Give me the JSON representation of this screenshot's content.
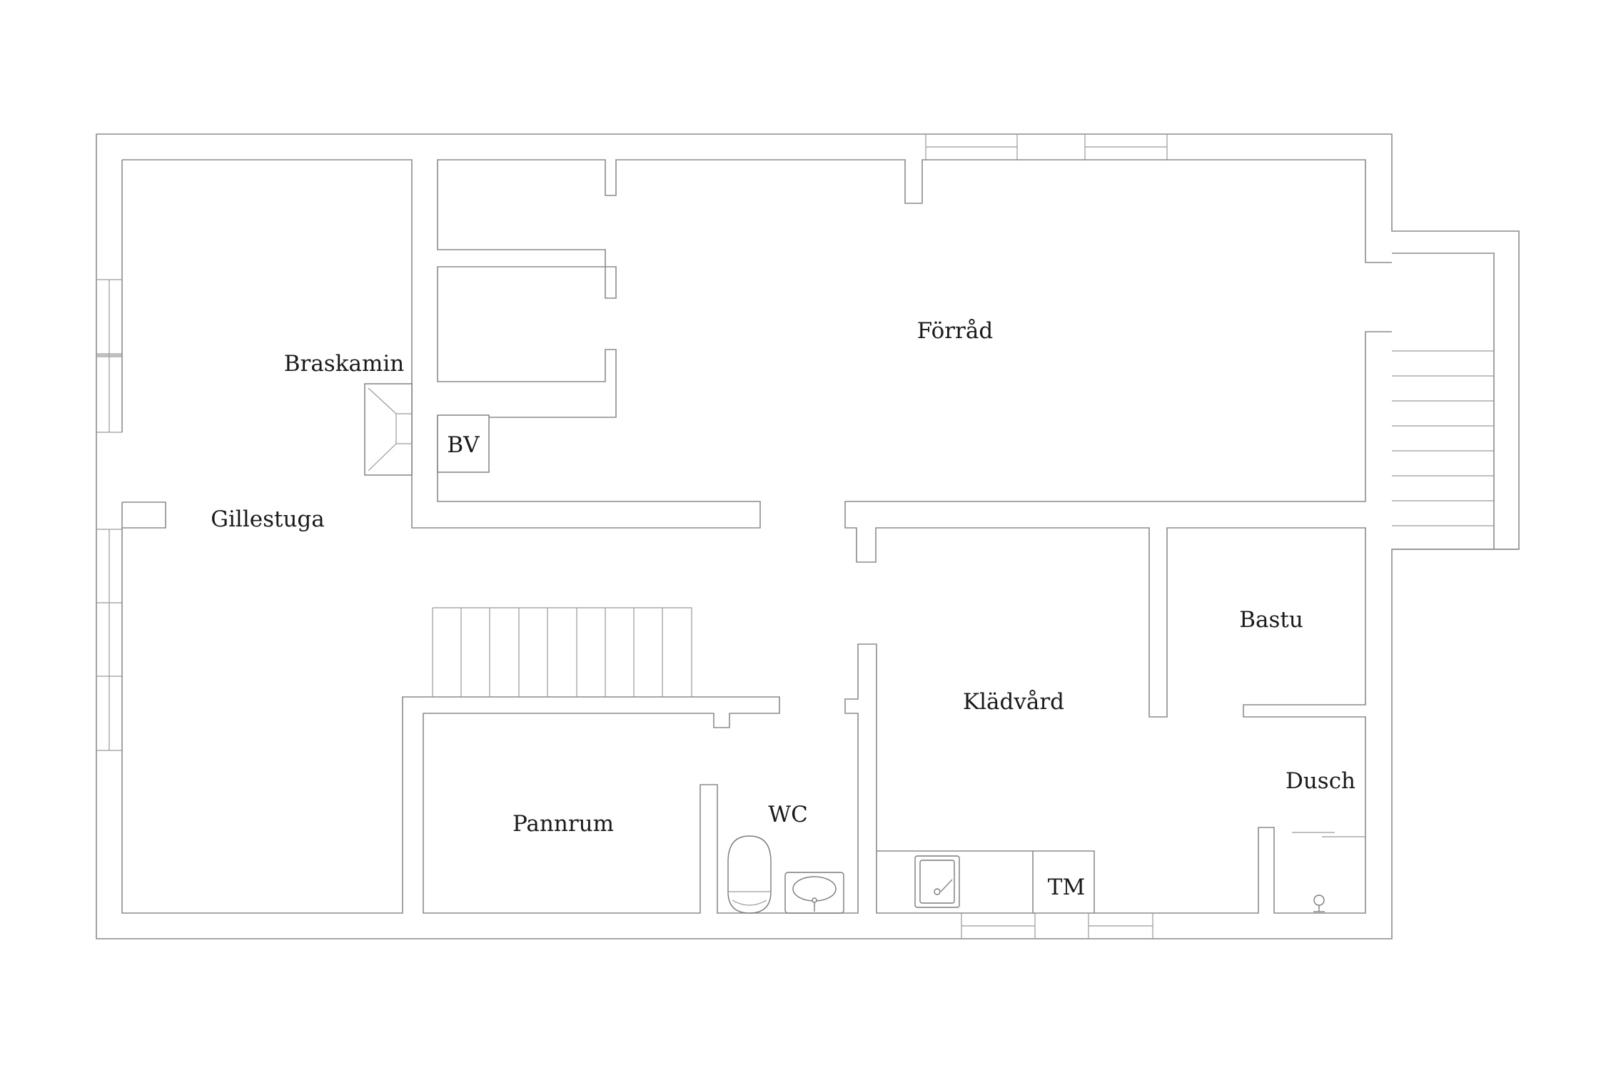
{
  "floor_plan": {
    "rooms": {
      "forrad": "Förråd",
      "braskamin": "Braskamin",
      "bv": "BV",
      "gillestuga": "Gillestuga",
      "bastu": "Bastu",
      "kladvard": "Klädvård",
      "dusch": "Dusch",
      "pannrum": "Pannrum",
      "wc": "WC",
      "tm": "TM"
    }
  }
}
